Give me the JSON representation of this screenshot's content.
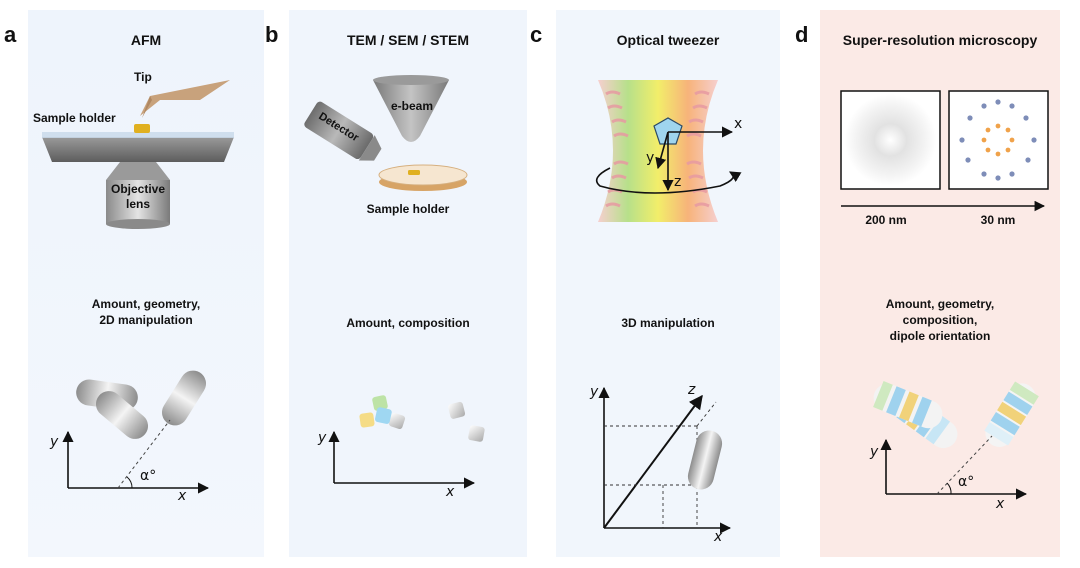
{
  "panels": [
    {
      "letter": "a",
      "title": "AFM",
      "caption_lines": [
        "Amount, geometry,",
        "2D manipulation"
      ],
      "labels": {
        "tip": "Tip",
        "sample_holder": "Sample holder",
        "objective_lines": [
          "Objective",
          "lens"
        ]
      },
      "axes": {
        "x": "x",
        "y": "y",
        "angle": "α°"
      }
    },
    {
      "letter": "b",
      "title": "TEM / SEM / STEM",
      "caption_lines": [
        "Amount, composition"
      ],
      "labels": {
        "detector": "Detector",
        "ebeam": "e-beam",
        "sample_holder": "Sample holder"
      },
      "axes": {
        "x": "x",
        "y": "y"
      }
    },
    {
      "letter": "c",
      "title": "Optical tweezer",
      "caption_lines": [
        "3D manipulation"
      ],
      "labels": {
        "x": "x",
        "y": "y",
        "z": "z"
      },
      "axes": {
        "x": "x",
        "y": "y",
        "z": "z"
      }
    },
    {
      "letter": "d",
      "title": "Super-resolution microscopy",
      "caption_lines": [
        "Amount, geometry,",
        "composition,",
        "dipole orientation"
      ],
      "labels": {
        "scale_left": "200 nm",
        "scale_right": "30 nm"
      },
      "axes": {
        "x": "x",
        "y": "y",
        "angle": "α°"
      }
    }
  ],
  "colors": {
    "panel_blue": "#eef4fc",
    "panel_pink": "#fbeae6",
    "tip": "#c8a27c",
    "sample": "#e0b020"
  }
}
